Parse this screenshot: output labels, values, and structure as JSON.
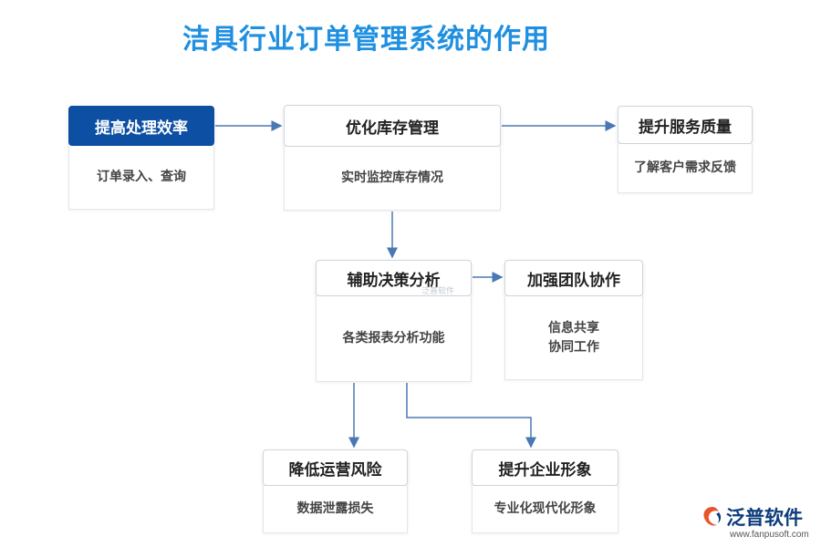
{
  "title": "洁具行业订单管理系统的作用",
  "nodes": {
    "efficiency": {
      "label": "提高处理效率",
      "desc": [
        "订单录入、查询"
      ]
    },
    "inventory": {
      "label": "优化库存管理",
      "desc": [
        "实时监控库存情况"
      ]
    },
    "service": {
      "label": "提升服务质量",
      "desc": [
        "了解客户需求反馈"
      ]
    },
    "decision": {
      "label": "辅助决策分析",
      "desc": [
        "各类报表分析功能"
      ]
    },
    "team": {
      "label": "加强团队协作",
      "desc": [
        "信息共享",
        "协同工作"
      ]
    },
    "risk": {
      "label": "降低运营风险",
      "desc": [
        "数据泄露损失"
      ]
    },
    "image": {
      "label": "提升企业形象",
      "desc": [
        "专业化现代化形象"
      ]
    }
  },
  "watermark": "泛普软件",
  "logo": {
    "name": "泛普软件",
    "url": "www.fanpusoft.com"
  },
  "colors": {
    "title": "#1f8fe0",
    "primary": "#0d4fa3",
    "arrow": "#4a78b5"
  }
}
